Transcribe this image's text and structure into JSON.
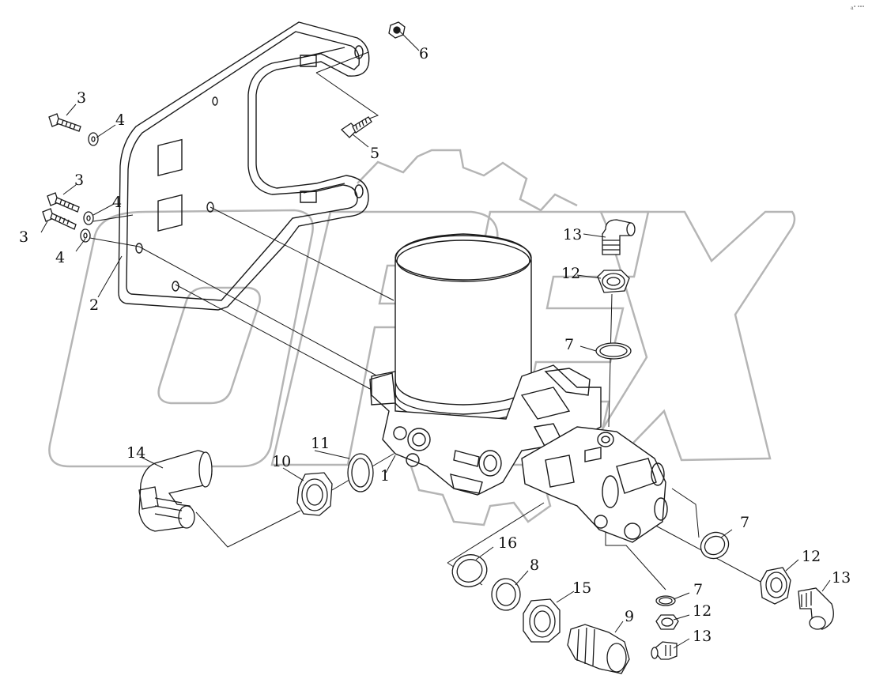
{
  "colors": {
    "line": "#1a1a1a",
    "watermark": "#b5b5b5",
    "background": "#ffffff"
  },
  "watermark_text": "OPEX",
  "corner_tag": "a° °°°",
  "callouts": [
    "1",
    "2",
    "3",
    "3",
    "3",
    "4",
    "4",
    "4",
    "5",
    "6",
    "7",
    "7",
    "7",
    "8",
    "9",
    "10",
    "11",
    "12",
    "12",
    "12",
    "13",
    "13",
    "13",
    "14",
    "15",
    "16"
  ],
  "parts": [
    {
      "id": "1",
      "name": "air dryer assembly"
    },
    {
      "id": "2",
      "name": "mounting bracket"
    },
    {
      "id": "3",
      "name": "bolt"
    },
    {
      "id": "4",
      "name": "washer"
    },
    {
      "id": "5",
      "name": "bolt"
    },
    {
      "id": "6",
      "name": "nut"
    },
    {
      "id": "7",
      "name": "sealing ring"
    },
    {
      "id": "8",
      "name": "sealing ring"
    },
    {
      "id": "9",
      "name": "straight fitting"
    },
    {
      "id": "10",
      "name": "nut"
    },
    {
      "id": "11",
      "name": "sealing ring"
    },
    {
      "id": "12",
      "name": "nut"
    },
    {
      "id": "13",
      "name": "elbow fitting"
    },
    {
      "id": "14",
      "name": "elbow fitting"
    },
    {
      "id": "15",
      "name": "nut"
    },
    {
      "id": "16",
      "name": "sealing ring"
    }
  ]
}
